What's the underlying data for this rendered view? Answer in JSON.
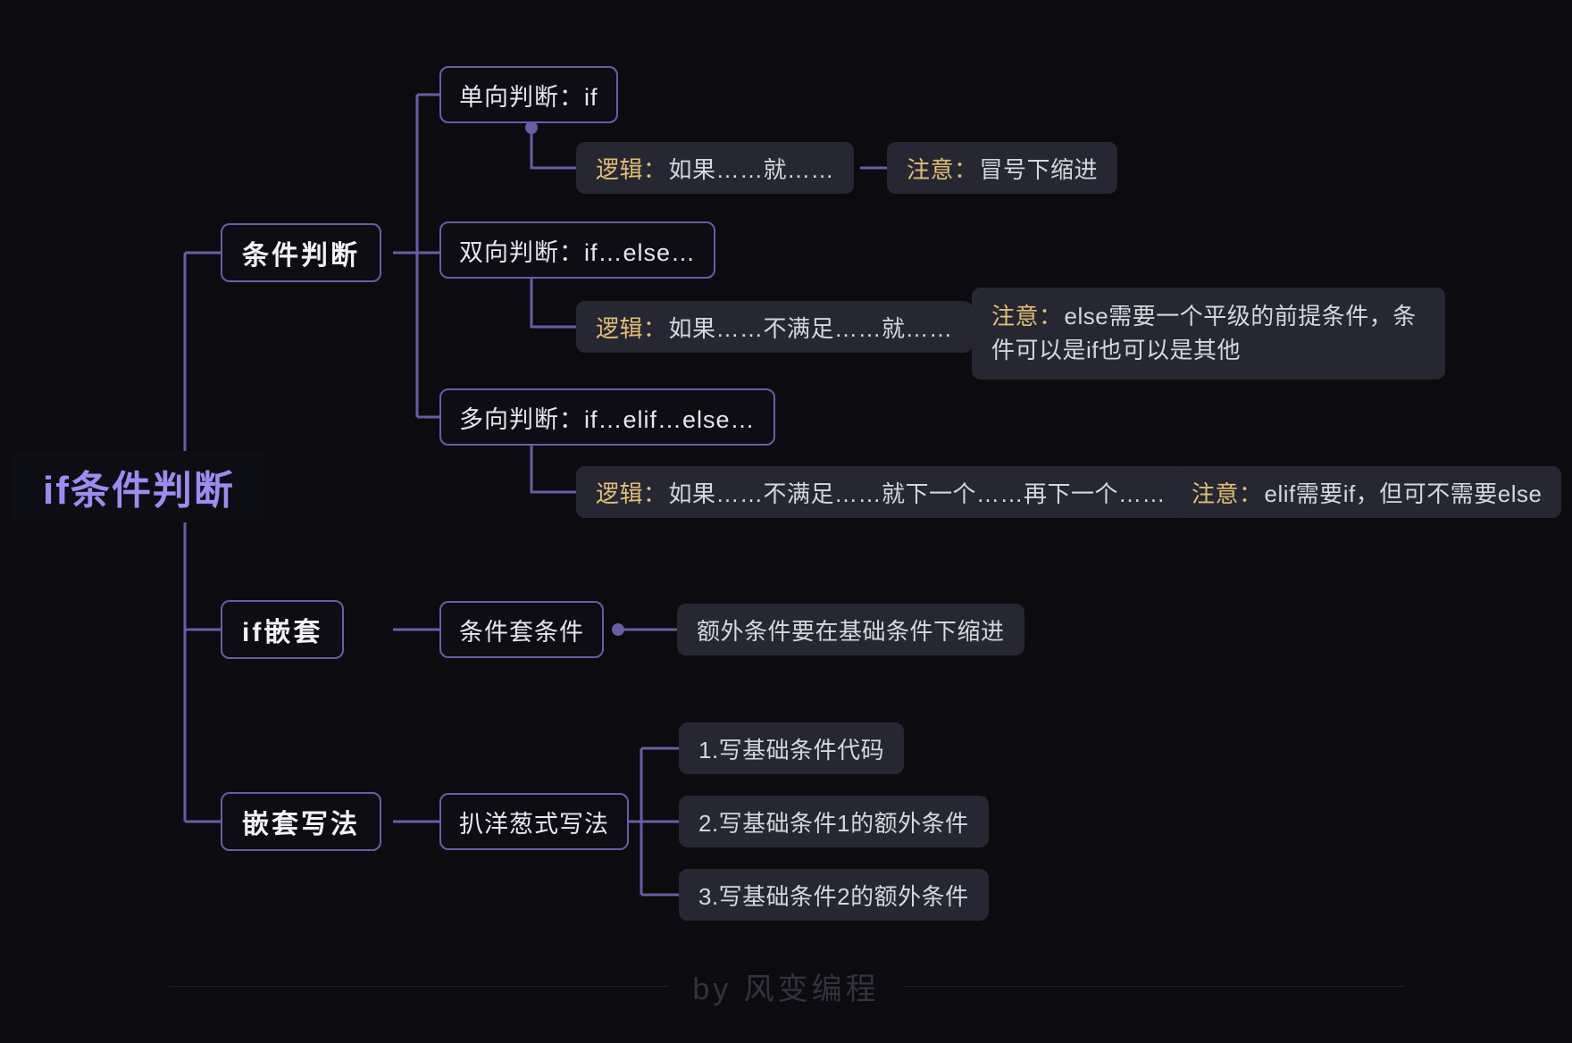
{
  "diagram": {
    "type": "mindmap",
    "title": "if条件判断",
    "background_color": "#0b0b10",
    "accent_color": "#9d8cf0",
    "line_color": "#6b5ca5",
    "tag_color": "#e0bf73",
    "note_bg": "#272733"
  },
  "root": {
    "label": "if条件判断"
  },
  "branches": [
    {
      "label": "条件判断",
      "children": [
        {
          "label": "单向判断：if",
          "detail": {
            "tag": "逻辑：",
            "text": "如果……就……"
          },
          "note": {
            "tag": "注意：",
            "text": "冒号下缩进"
          }
        },
        {
          "label": "双向判断：if…else…",
          "detail": {
            "tag": "逻辑：",
            "text": "如果……不满足……就……"
          },
          "note": {
            "tag": "注意：",
            "text": "else需要一个平级的前提条件，条件可以是if也可以是其他"
          }
        },
        {
          "label": "多向判断：if…elif…else…",
          "detail": {
            "tag": "逻辑：",
            "text": "如果……不满足……就下一个……再下一个……"
          },
          "note": {
            "tag": "注意：",
            "text": "elif需要if，但可不需要else"
          }
        }
      ]
    },
    {
      "label": "if嵌套",
      "children": [
        {
          "label": "条件套条件",
          "note_plain": "额外条件要在基础条件下缩进"
        }
      ]
    },
    {
      "label": "嵌套写法",
      "children": [
        {
          "label": "扒洋葱式写法",
          "steps": [
            "1.写基础条件代码",
            "2.写基础条件1的额外条件",
            "3.写基础条件2的额外条件"
          ]
        }
      ]
    }
  ],
  "watermark": {
    "text": "by  风变编程"
  }
}
